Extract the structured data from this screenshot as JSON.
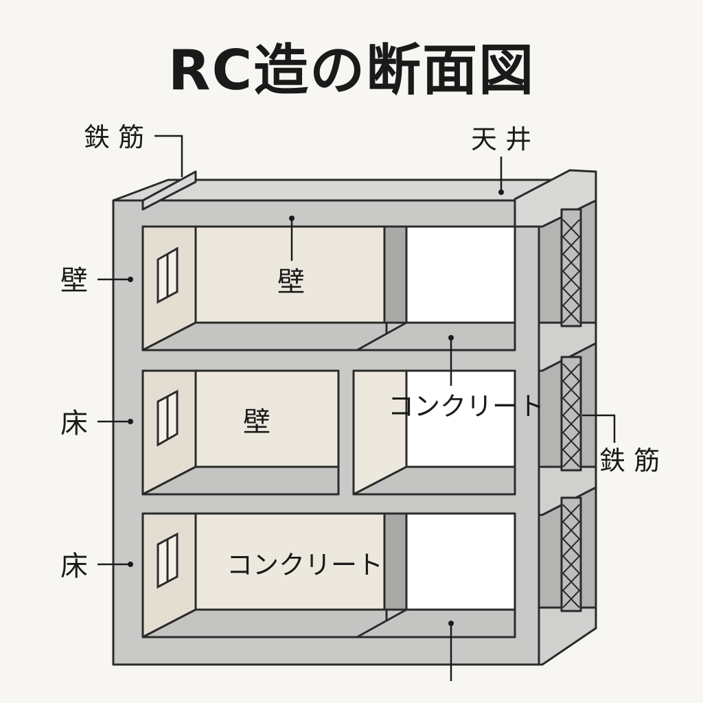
{
  "title": "RC造の断面図",
  "labels": {
    "rebar_top_left": "鉄 筋",
    "ceiling": "天 井",
    "wall_left": "壁",
    "wall_room1": "壁",
    "floor_left_middle": "床",
    "wall_room2": "壁",
    "concrete_room3": "コンクリート",
    "rebar_right": "鉄 筋",
    "floor_left_bottom": "床",
    "concrete_room5": "コンクリート"
  },
  "colors": {
    "concrete": "#c9c9c7",
    "concrete_top": "#d8d8d6",
    "concrete_dark": "#a9a9a7",
    "room_wall": "#ede8de",
    "room_side": "#e4ded2",
    "room_floor": "#c4c4c2",
    "outline": "#2a2a2a",
    "background": "#f7f6f2"
  }
}
